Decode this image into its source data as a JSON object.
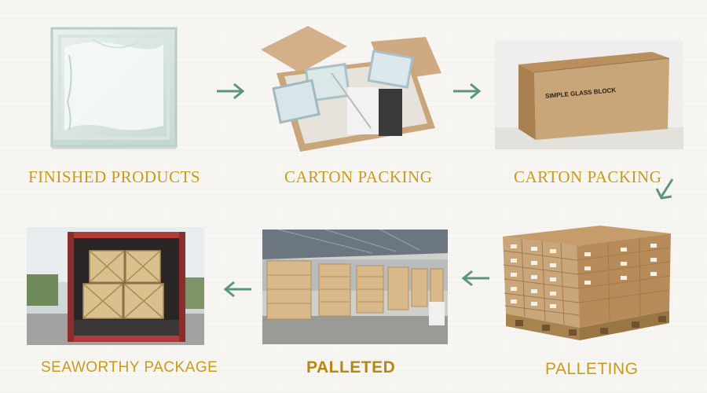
{
  "steps": [
    {
      "id": "finished_products",
      "label": "FINISHED PRODUCTS"
    },
    {
      "id": "carton_packing_open",
      "label": "CARTON PACKING"
    },
    {
      "id": "carton_packing_closed",
      "label": "CARTON PACKING",
      "box_print": "SIMPLE GLASS BLOCK"
    },
    {
      "id": "palleting",
      "label": "PALLETING"
    },
    {
      "id": "palleted",
      "label": "PALLETED"
    },
    {
      "id": "seaworthy_package",
      "label": "SEAWORTHY PACKAGE"
    }
  ],
  "colors": {
    "label": "#c89a1e",
    "arrow": "#5e9580",
    "carton": "#c9a57a",
    "wood": "#d6b98a"
  },
  "icons": [
    "arrow-right-icon",
    "arrow-down-right-icon",
    "arrow-left-icon"
  ]
}
